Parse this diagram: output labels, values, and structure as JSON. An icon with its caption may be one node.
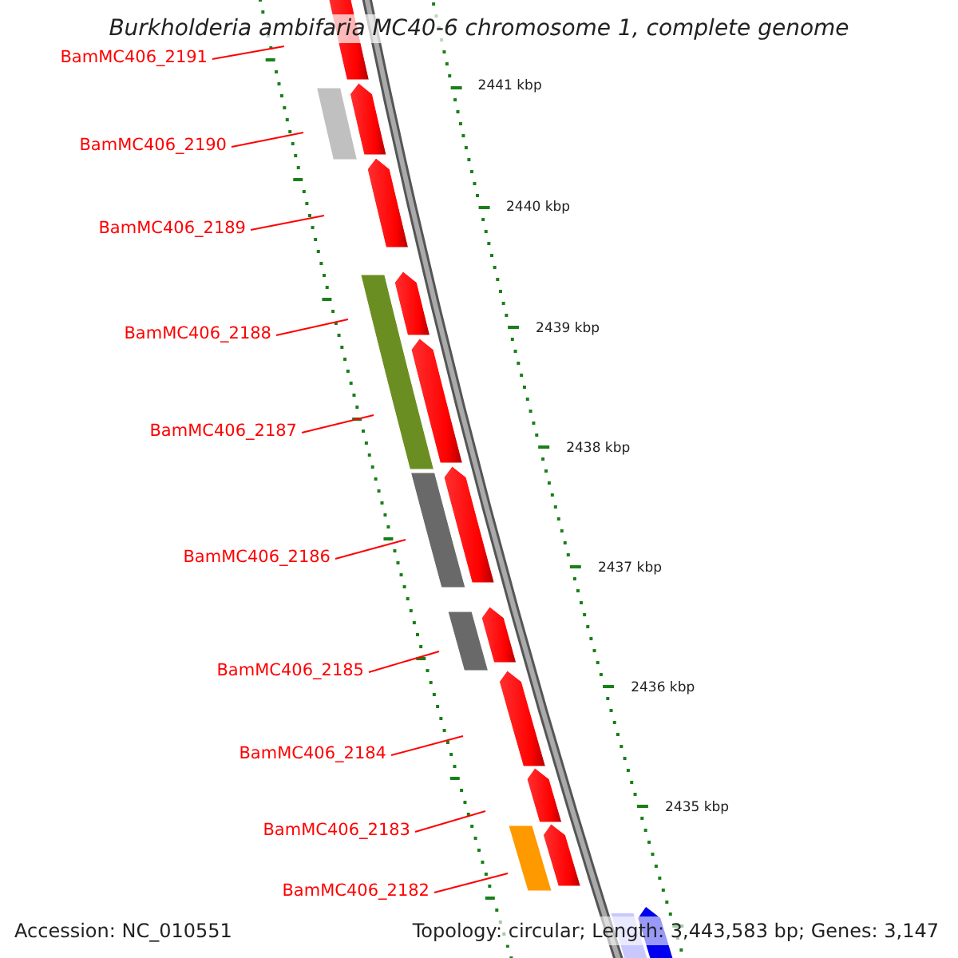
{
  "diagram": {
    "title": "Burkholderia ambifaria MC40-6 chromosome 1, complete genome",
    "nodes": [
      {
        "text": [
          "BamMC406_2191"
        ]
      },
      {
        "text": [
          "BamMC406_2190"
        ]
      },
      {
        "text": [
          "BamMC406_2189"
        ]
      },
      {
        "text": [
          "BamMC406_2188"
        ]
      },
      {
        "text": [
          "BamMC406_2187"
        ]
      },
      {
        "text": [
          "BamMC406_2186"
        ]
      },
      {
        "text": [
          "BamMC406_2185"
        ]
      },
      {
        "text": [
          "BamMC406_2184"
        ]
      },
      {
        "text": [
          "BamMC406_2183"
        ]
      },
      {
        "text": [
          "BamMC406_2182"
        ]
      }
    ],
    "edges": [
      {
        "from": 0,
        "to": null,
        "arrow": "none"
      },
      {
        "from": 1,
        "to": null,
        "arrow": "none"
      },
      {
        "from": 2,
        "to": null,
        "arrow": "none"
      },
      {
        "from": 3,
        "to": null,
        "arrow": "none"
      },
      {
        "from": 4,
        "to": null,
        "arrow": "none"
      },
      {
        "from": 5,
        "to": null,
        "arrow": "none"
      },
      {
        "from": 6,
        "to": null,
        "arrow": "none"
      },
      {
        "from": 7,
        "to": null,
        "arrow": "none"
      },
      {
        "from": 8,
        "to": null,
        "arrow": "none"
      },
      {
        "from": 9,
        "to": null,
        "arrow": "none"
      }
    ],
    "labels": [
      "2441 kbp",
      "2440 kbp",
      "2439 kbp",
      "2438 kbp",
      "2437 kbp",
      "2436 kbp",
      "2435 kbp",
      "Accession: NC_010551",
      "Topology: circular; Length: 3,443,583 bp; Genes: 3,147"
    ]
  }
}
